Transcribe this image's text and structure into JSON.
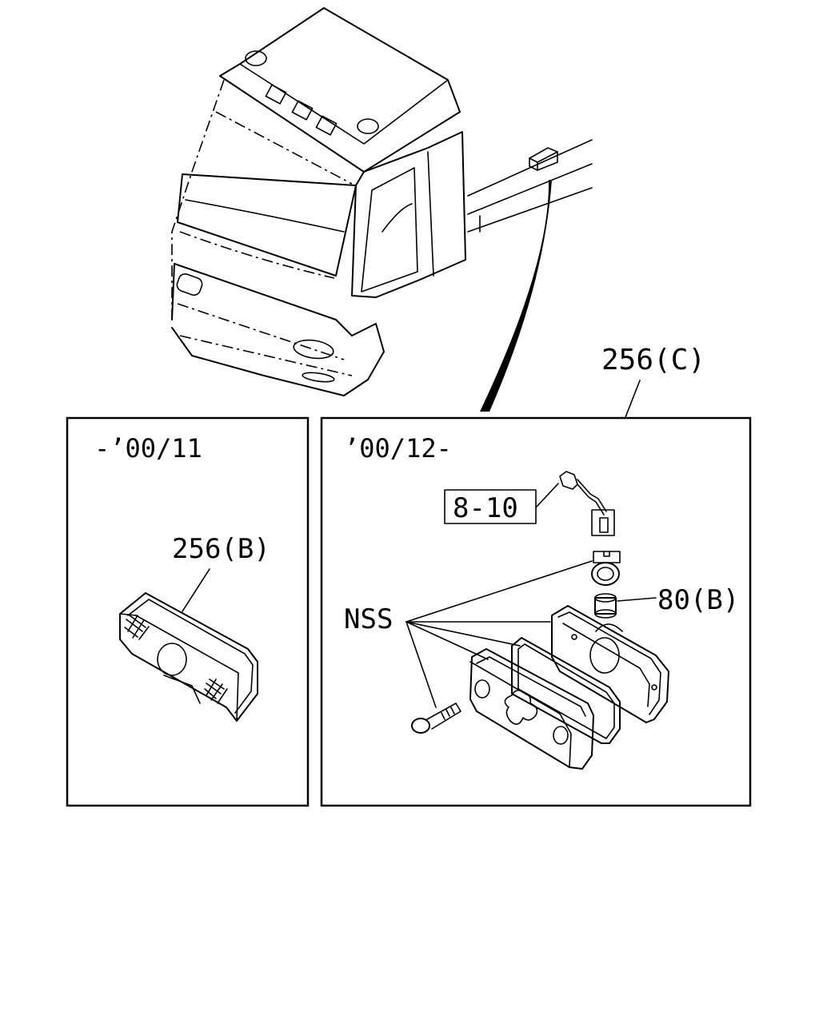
{
  "labels": {
    "callout_top": "256(C)",
    "left_period": "-’00/11",
    "right_period": "’00/12-",
    "left_part": "256(B)",
    "ref_box": "8-10",
    "bulb": "80(B)",
    "nss": "NSS"
  },
  "colors": {
    "line": "#000000",
    "background": "#ffffff"
  }
}
